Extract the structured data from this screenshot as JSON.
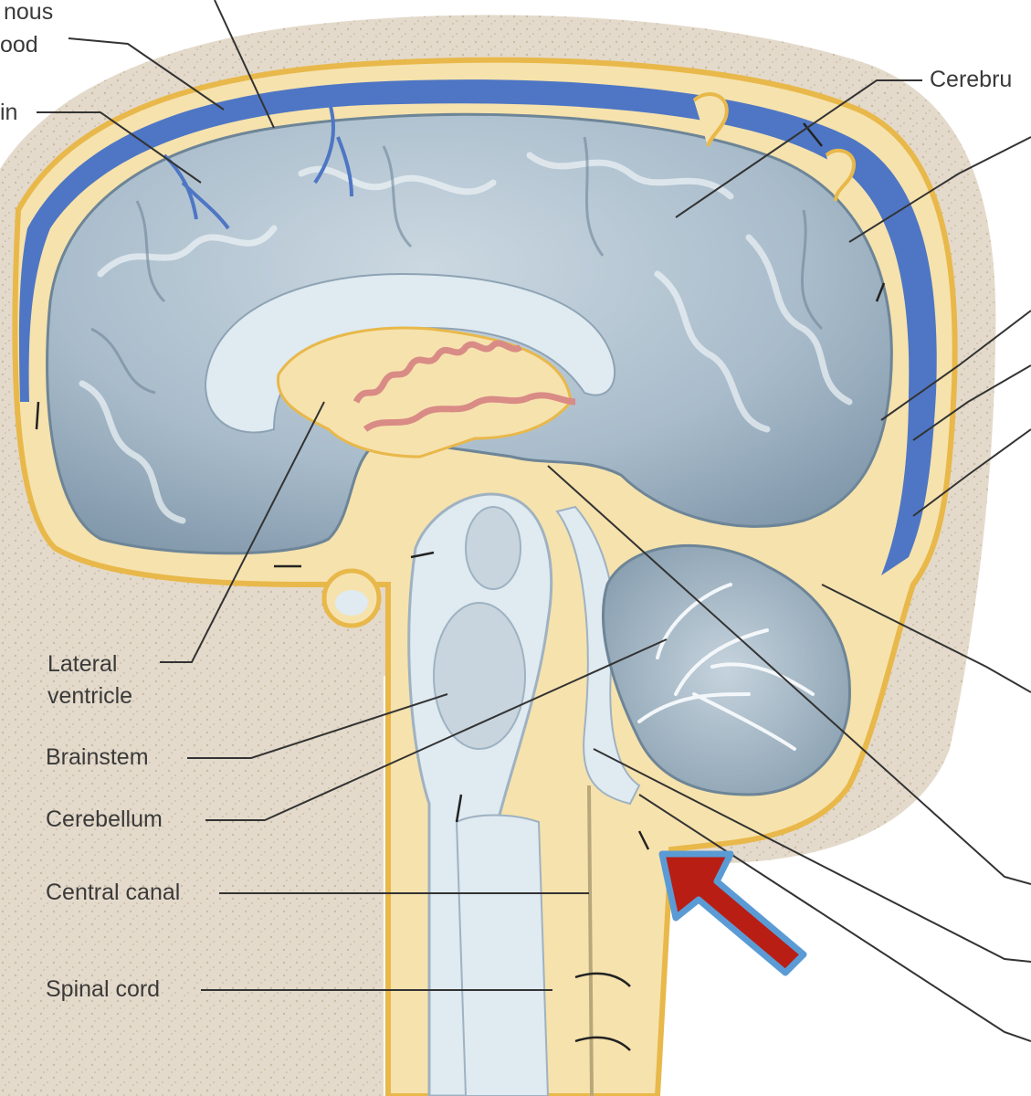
{
  "labels": {
    "venous_blood_line1": "nous",
    "venous_blood_line2": "ood",
    "vein": "in",
    "cerebrum": "Cerebru",
    "lateral_ventricle_line1": "Lateral",
    "lateral_ventricle_line2": "ventricle",
    "brainstem": "Brainstem",
    "cerebellum": "Cerebellum",
    "central_canal": "Central canal",
    "spinal_cord": "Spinal cord"
  },
  "colors": {
    "skull": "#e4dacb",
    "skull_speckle": "#c9bba4",
    "dura_line": "#e8b84a",
    "sinus_blue": "#4e76c4",
    "csf_space": "#f6e2ad",
    "brain_tissue": "#9eb3c2",
    "brain_highlight": "#cad7e0",
    "ventricle": "#dfeaf1",
    "choroid_plexus": "#d98b86",
    "arrow_fill": "#b81e14",
    "arrow_outline": "#5b9bd5",
    "leader_line": "#333333"
  },
  "icons": {
    "pointer_arrow": "red-arrow-icon"
  }
}
